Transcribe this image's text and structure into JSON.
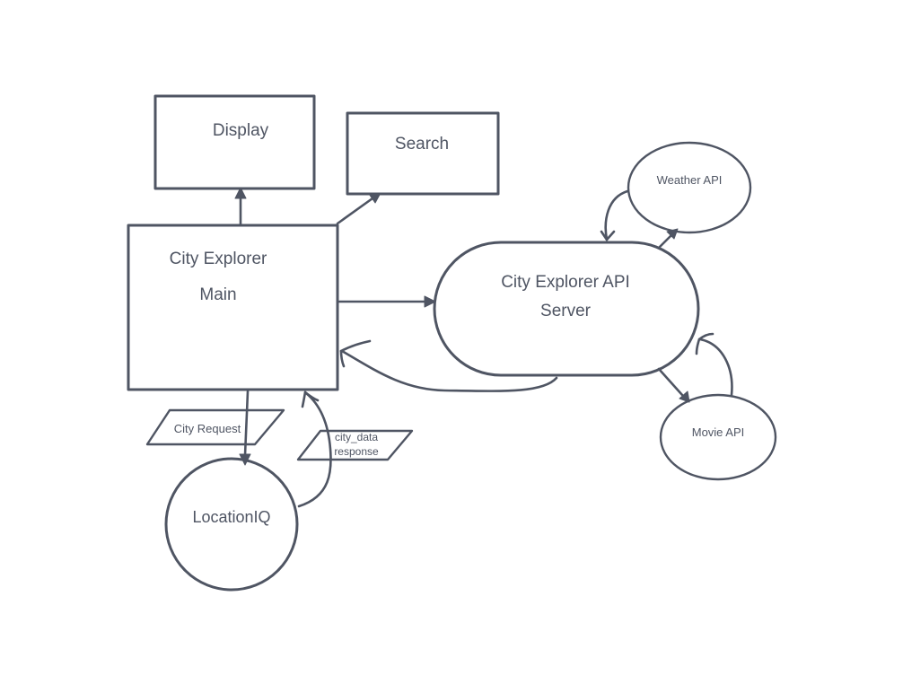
{
  "diagram": {
    "nodes": {
      "display": {
        "label": "Display"
      },
      "search": {
        "label": "Search"
      },
      "main": {
        "label_line1": "City Explorer",
        "label_line2": "Main"
      },
      "api_server": {
        "label_line1": "City Explorer API",
        "label_line2": "Server"
      },
      "weather_api": {
        "label": "Weather API"
      },
      "movie_api": {
        "label": "Movie API"
      },
      "locationiq": {
        "label": "LocationIQ"
      }
    },
    "data_items": {
      "city_request": {
        "label": "City Request"
      },
      "city_data_response": {
        "label_line1": "city_data",
        "label_line2": "response"
      }
    },
    "edges": [
      {
        "from": "main",
        "to": "display"
      },
      {
        "from": "main",
        "to": "search"
      },
      {
        "from": "main",
        "to": "api_server"
      },
      {
        "from": "api_server",
        "to": "main"
      },
      {
        "from": "api_server",
        "to": "weather_api"
      },
      {
        "from": "weather_api",
        "to": "api_server"
      },
      {
        "from": "api_server",
        "to": "movie_api"
      },
      {
        "from": "movie_api",
        "to": "api_server"
      },
      {
        "from": "main",
        "to": "locationiq"
      },
      {
        "from": "locationiq",
        "to": "main"
      }
    ],
    "colors": {
      "stroke": "#4f5563",
      "background": "#ffffff"
    }
  }
}
